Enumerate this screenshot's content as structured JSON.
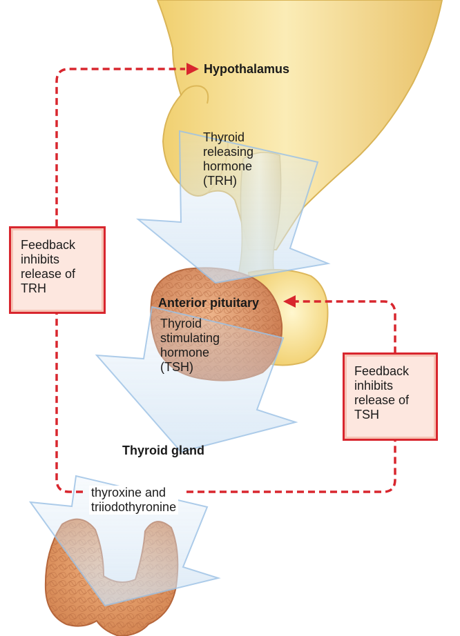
{
  "labels": {
    "hypothalamus": "Hypothalamus",
    "trh": "Thyroid\nreleasing\nhormone\n(TRH)",
    "anterior_pituitary": "Anterior pituitary",
    "tsh": "Thyroid\nstimulating\nhormone\n(TSH)",
    "thyroid_gland": "Thyroid gland",
    "thyroid_hormones": "thyroxine and\ntriiodothyronine"
  },
  "feedback": {
    "trh_box": "Feedback\ninhibits\nrelease of\nTRH",
    "tsh_box": "Feedback\ninhibits\nrelease of\nTSH"
  },
  "colors": {
    "feedback_line": "#d8262e",
    "box_fill": "#fde7df",
    "arrow_fill": "#d9e9f7",
    "arrow_stroke": "#9ec3e6",
    "hypothalamus_fill": "#f5dc8c",
    "pituitary_tissue": "#d9875a",
    "thyroid_tissue": "#e0955f"
  }
}
